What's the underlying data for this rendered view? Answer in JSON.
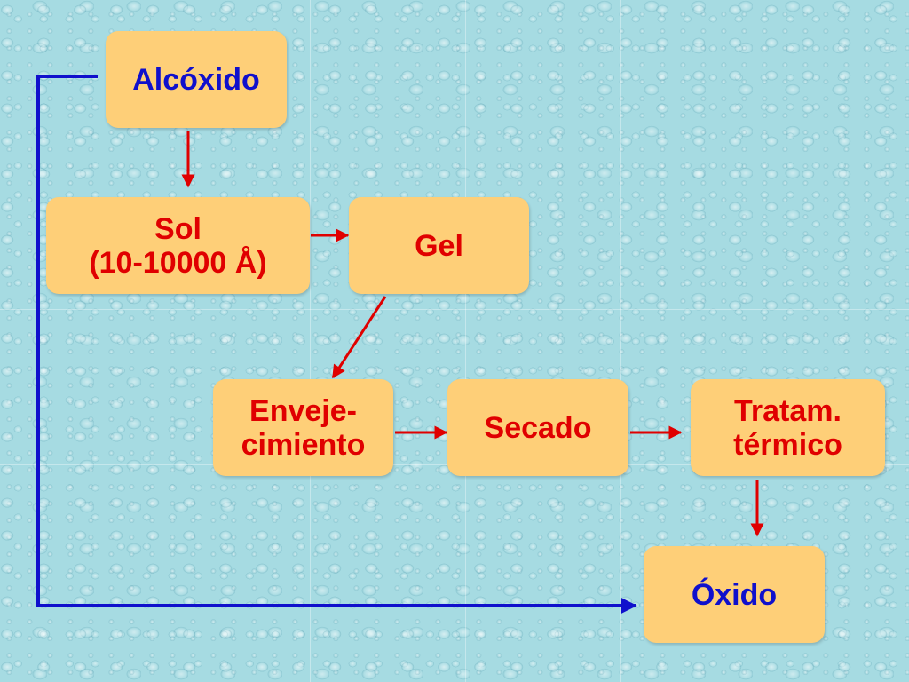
{
  "diagram": {
    "nodes": {
      "alcoxido": {
        "line1": "Alcóxido"
      },
      "sol": {
        "line1": "Sol",
        "line2": "(10-10000 Å)"
      },
      "gel": {
        "line1": "Gel"
      },
      "envejecimiento": {
        "line1": "Enveje-",
        "line2": "cimiento"
      },
      "secado": {
        "line1": "Secado"
      },
      "tratamiento": {
        "line1": "Tratam.",
        "line2": "térmico"
      },
      "oxido": {
        "line1": "Óxido"
      }
    },
    "colors": {
      "box_fill": "#fecf78",
      "process_text": "#e00000",
      "endpoint_text": "#1010cc",
      "process_arrow": "#e00000",
      "direct_route_arrow": "#1010cc",
      "background": "#a6dbe2"
    }
  }
}
